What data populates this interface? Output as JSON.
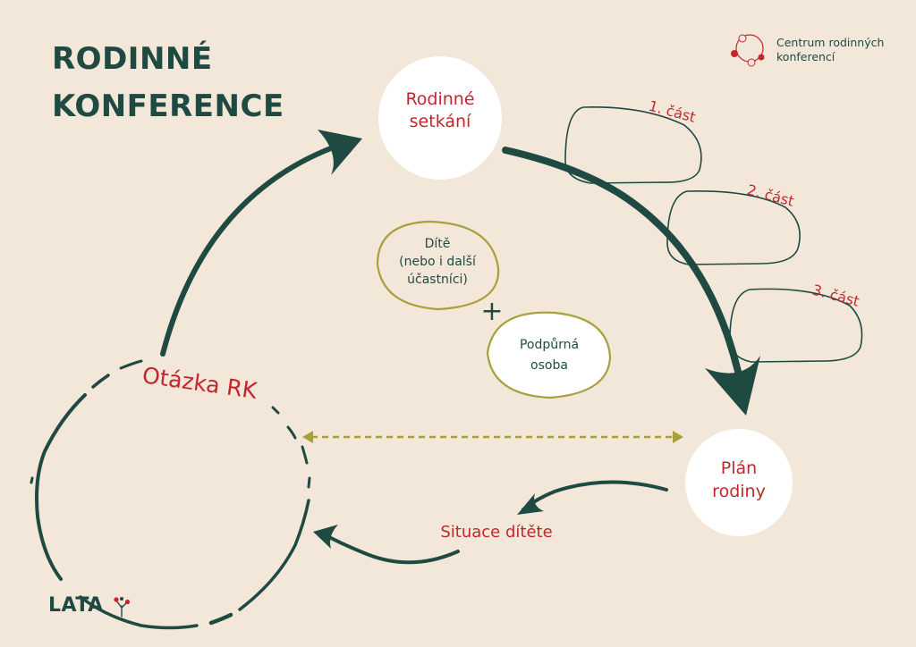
{
  "title": {
    "line1": "RODINNÉ",
    "line2": "KONFERENCE"
  },
  "brand": {
    "line1": "Centrum rodinných",
    "line2": "konferencí"
  },
  "logo": {
    "text": "LATA"
  },
  "nodes": {
    "rodinne_setkani": {
      "line1": "Rodinné",
      "line2": "setkání"
    },
    "plan_rodiny": {
      "line1": "Plán",
      "line2": "rodiny"
    },
    "otazka_rk": "Otázka RK",
    "situace_ditete": "Situace dítěte",
    "dite": {
      "line1": "Dítě",
      "line2": "(nebo i další",
      "line3": "účastníci)"
    },
    "plus": "+",
    "podpurna_osoba": {
      "line1": "Podpůrná",
      "line2": "osoba"
    }
  },
  "parts": [
    "1. část",
    "2. část",
    "3. část"
  ],
  "colors": {
    "background": "#f3e7da",
    "dark_green": "#1f4a42",
    "red": "#c4262e",
    "olive": "#a7a03c",
    "white": "#ffffff"
  }
}
